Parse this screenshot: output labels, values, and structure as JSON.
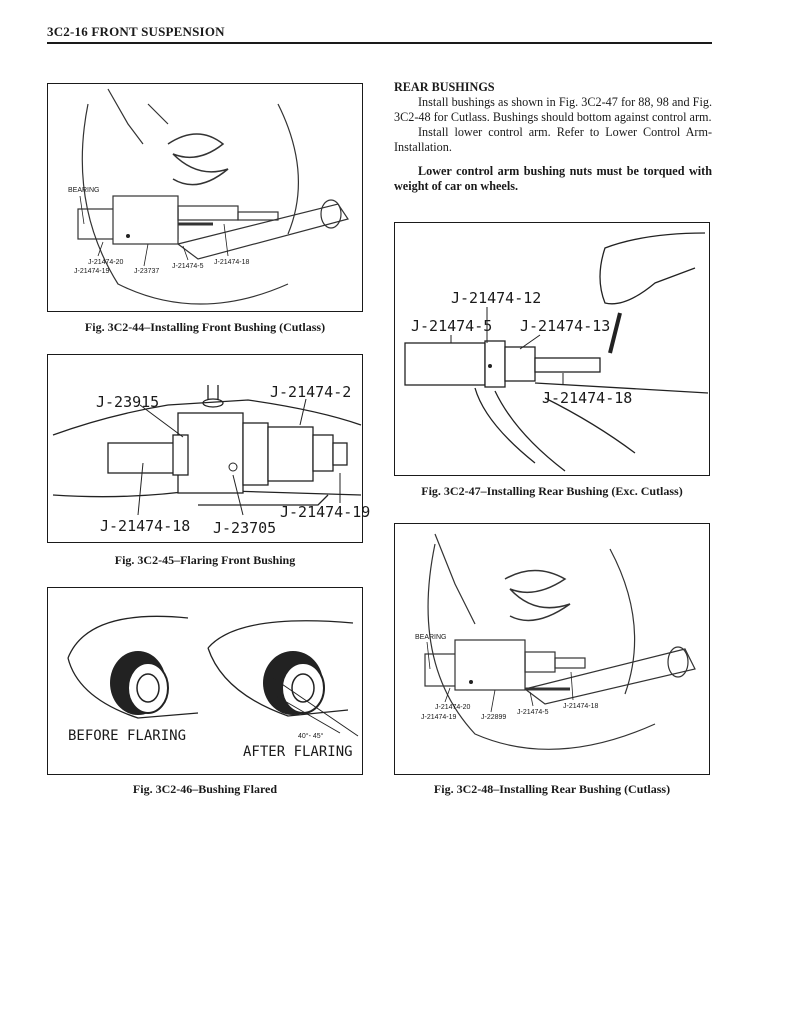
{
  "header": {
    "title": "3C2-16 FRONT SUSPENSION"
  },
  "figures": {
    "fig44": {
      "caption": "Fig. 3C2-44–Installing Front Bushing (Cutlass)",
      "labels": {
        "bearing": "BEARING",
        "t20": "J-21474-20",
        "t19": "J-21474-19",
        "t37": "J-23737",
        "t5": "J-21474-5",
        "t18": "J-21474-18"
      }
    },
    "fig45": {
      "caption": "Fig. 3C2-45–Flaring Front Bushing",
      "labels": {
        "t15": "J-23915",
        "t2": "J-21474-2",
        "t18": "J-21474-18",
        "t05": "J-23705",
        "t19": "J-21474-19"
      }
    },
    "fig46": {
      "caption": "Fig. 3C2-46–Bushing Flared",
      "labels": {
        "before": "BEFORE FLARING",
        "after": "AFTER FLARING",
        "angle": "40°- 45°"
      }
    },
    "fig47": {
      "caption": "Fig. 3C2-47–Installing Rear Bushing (Exc. Cutlass)",
      "labels": {
        "t12": "J-21474-12",
        "t5": "J-21474-5",
        "t13": "J-21474-13",
        "t18": "J-21474-18"
      }
    },
    "fig48": {
      "caption": "Fig. 3C2-48–Installing Rear Bushing (Cutlass)",
      "labels": {
        "bearing": "BEARING",
        "t20": "J-21474-20",
        "t19": "J-21474-19",
        "t99": "J-22899",
        "t5": "J-21474-5",
        "t18": "J-21474-18"
      }
    }
  },
  "text": {
    "heading": "REAR BUSHINGS",
    "p1": "Install bushings as shown in Fig. 3C2-47 for 88, 98 and Fig. 3C2-48 for Cutlass. Bushings should bottom against control arm.",
    "p2": "Install lower control arm. Refer to Lower Control Arm-Installation.",
    "p3": "Lower control arm bushing nuts must be torqued with weight of car on wheels."
  }
}
